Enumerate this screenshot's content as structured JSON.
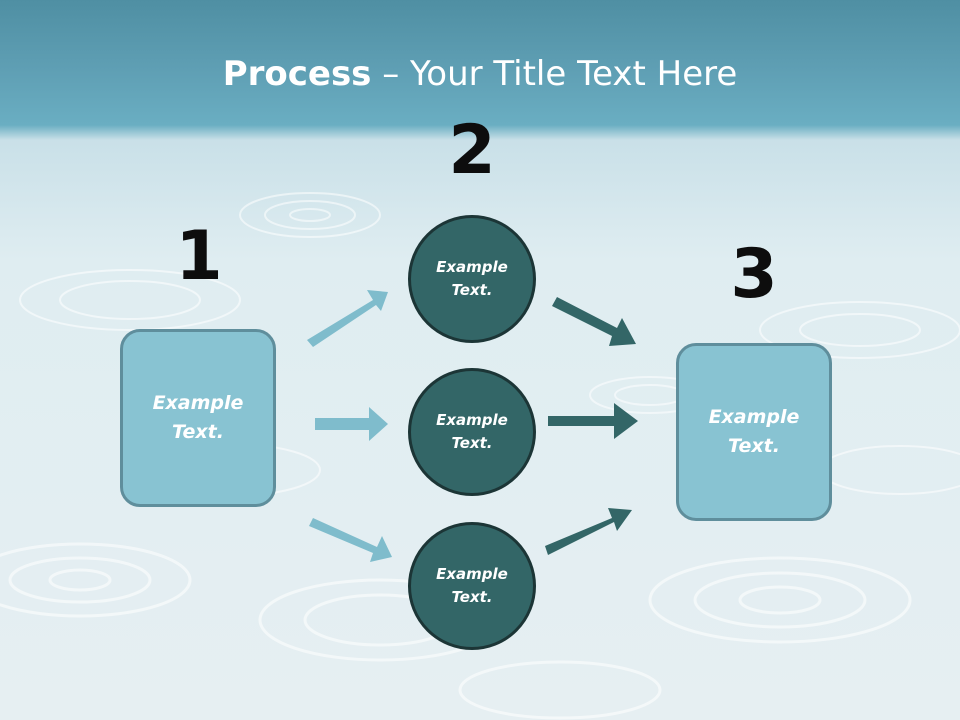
{
  "title": {
    "bold": "Process",
    "rest": " – Your Title Text Here"
  },
  "steps": [
    {
      "number": "1",
      "text": "Example\nText."
    },
    {
      "number": "2"
    },
    {
      "number": "3",
      "text": "Example\nText."
    }
  ],
  "circles": [
    {
      "text": "Example\nText."
    },
    {
      "text": "Example\nText."
    },
    {
      "text": "Example\nText."
    }
  ],
  "colors": {
    "light_arrow": "#7fbccc",
    "dark_arrow": "#336667",
    "box_fill": "#88c3d2",
    "circle_fill": "#336667"
  }
}
